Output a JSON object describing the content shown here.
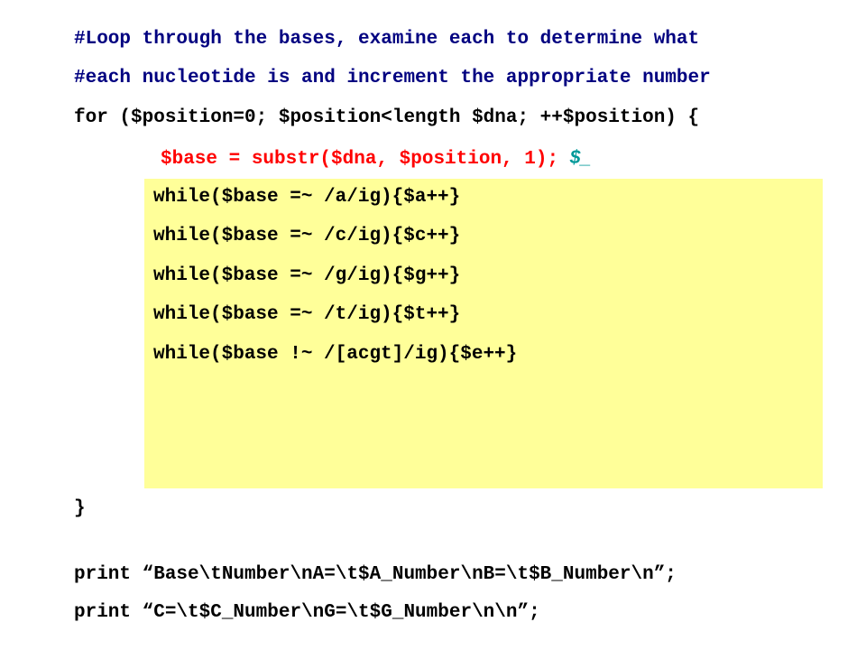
{
  "comments": {
    "line1": "#Loop through the bases, examine each to determine what",
    "line2": "#each nucleotide is and increment the appropriate number"
  },
  "for_loop": {
    "header": "for ($position=0; $position<length $dna; ++$position) {",
    "close": "}"
  },
  "substr_line": {
    "code": "$base = substr($dna, $position, 1);",
    "annotation": "$_"
  },
  "while_lines": [
    "while($base =~ /a/ig){$a++}",
    "while($base =~ /c/ig){$c++}",
    "while($base =~ /g/ig){$g++}",
    "while($base =~ /t/ig){$t++}",
    "while($base !~ /[acgt]/ig){$e++}"
  ],
  "print_lines": [
    "print “Base\\tNumber\\nA=\\t$A_Number\\nB=\\t$B_Number\\n”;",
    "print “C=\\t$C_Number\\nG=\\t$G_Number\\n\\n”;"
  ],
  "colors": {
    "comment": "#000080",
    "text": "#000000",
    "substr": "#ff0000",
    "annotation": "#009999",
    "highlight": "#ffff99"
  }
}
